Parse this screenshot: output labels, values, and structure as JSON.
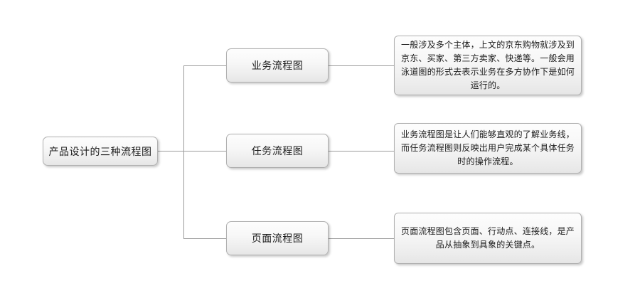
{
  "diagram": {
    "type": "tree-mindmap",
    "orientation": "left-to-right",
    "root": {
      "label": "产品设计的三种流程图"
    },
    "branches": [
      {
        "category": "业务流程图",
        "description": "一般涉及多个主体，上文的京东购物就涉及到京东、买家、第三方卖家、快递等。一般会用泳道图的形式去表示业务在多方协作下是如何运行的。"
      },
      {
        "category": "任务流程图",
        "description": "业务流程图是让人们能够直观的了解业务线，而任务流程图则反映出用户完成某个具体任务时的操作流程。"
      },
      {
        "category": "页面流程图",
        "description": "页面流程图包含页面、行动点、连接线，是产品从抽象到具象的关键点。"
      }
    ]
  },
  "style": {
    "background": "#ffffff",
    "node_border": "#b0b0b0",
    "node_fill_top": "#fdfdfd",
    "node_fill_bottom": "#e6e6e6",
    "connector": "#9b9b9b",
    "text": "#1b1b1b"
  }
}
